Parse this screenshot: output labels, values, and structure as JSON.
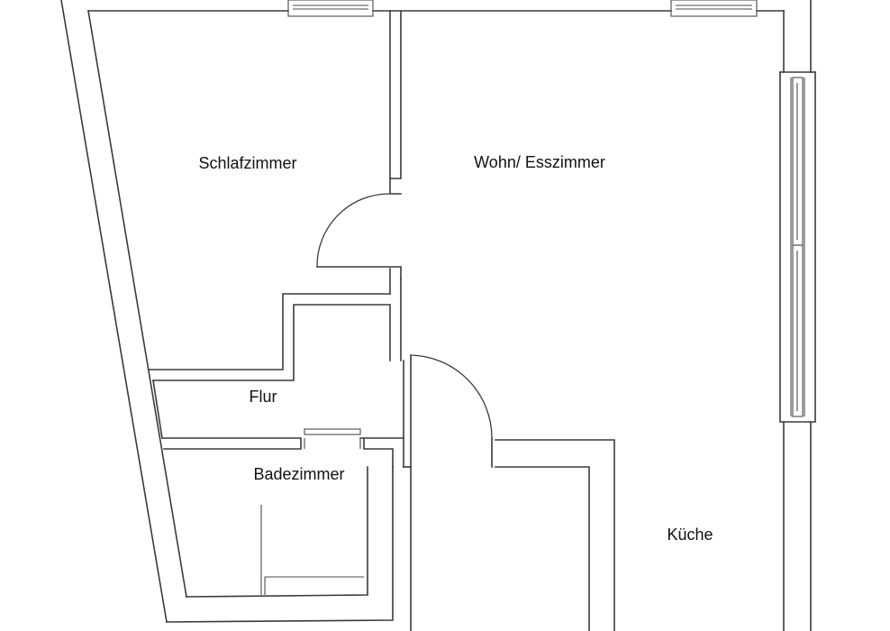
{
  "rooms": {
    "schlafzimmer": "Schlafzimmer",
    "wohn_esszimmer": "Wohn/ Esszimmer",
    "flur": "Flur",
    "badezimmer": "Badezimmer",
    "kueche": "Küche"
  },
  "colors": {
    "background": "#ffffff",
    "walls": "#3a3a3a",
    "text": "#111111"
  }
}
